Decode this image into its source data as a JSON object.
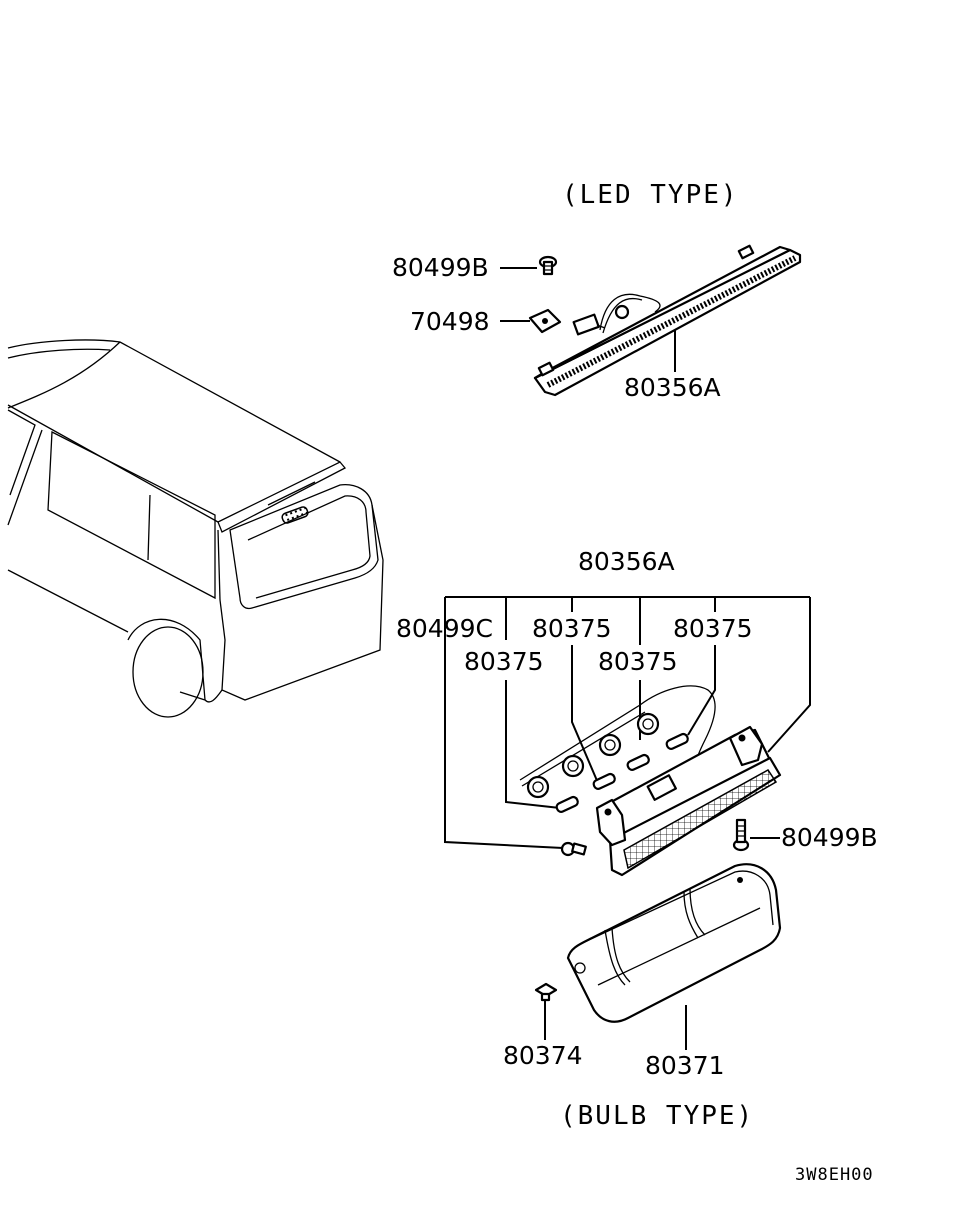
{
  "titles": {
    "led_type": "(LED TYPE)",
    "bulb_type": "(BULB TYPE)"
  },
  "figure_code": "3W8EH00",
  "led_labels": {
    "screw": "80499B",
    "nut": "70498",
    "lamp": "80356A"
  },
  "bulb_labels": {
    "lamp_assy": "80356A",
    "screw_c": "80499C",
    "socket_1": "80375",
    "socket_2": "80375",
    "socket_3": "80375",
    "socket_4": "80375",
    "screw_b": "80499B",
    "clip": "80374",
    "cover": "80371"
  }
}
